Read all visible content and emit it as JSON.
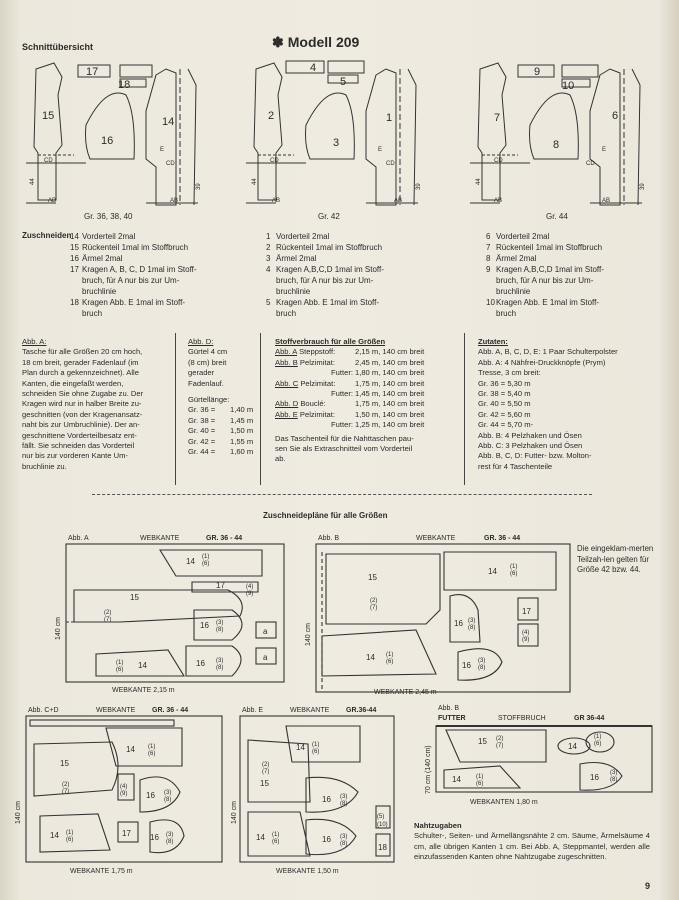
{
  "header": {
    "section": "Schnittübersicht",
    "star": "✽",
    "title": "Modell 209"
  },
  "overviews": [
    {
      "size_label": "Gr. 36, 38, 40",
      "pieces": {
        "vorder": "14",
        "rueck": "15",
        "aermel": "16",
        "kragen1": "17",
        "kragen2": "18"
      }
    },
    {
      "size_label": "Gr. 42",
      "pieces": {
        "vorder": "1",
        "rueck": "2",
        "aermel": "3",
        "kragen1": "4",
        "kragen2": "5"
      }
    },
    {
      "size_label": "Gr. 44",
      "pieces": {
        "vorder": "6",
        "rueck": "7",
        "aermel": "8",
        "kragen1": "9",
        "kragen2": "10"
      }
    }
  ],
  "overview_marks": {
    "ab": "AB",
    "cd": "CD",
    "e": "E",
    "measure": "39",
    "measure2": "44",
    "edge": "10"
  },
  "zuschneiden": {
    "label": "Zuschneiden",
    "col1": [
      {
        "n": "14",
        "t": "Vorderteil 2mal"
      },
      {
        "n": "15",
        "t": "Rückenteil 1mal im Stoffbruch"
      },
      {
        "n": "16",
        "t": "Ärmel 2mal"
      },
      {
        "n": "17",
        "t": "Kragen A, B, C, D 1mal im Stoff-"
      },
      {
        "n": "",
        "t": "bruch, für A nur bis zur Um-"
      },
      {
        "n": "",
        "t": "bruchlinie"
      },
      {
        "n": "18",
        "t": "Kragen Abb. E 1mal im Stoff-"
      },
      {
        "n": "",
        "t": "bruch"
      }
    ],
    "col2": [
      {
        "n": "1",
        "t": "Vorderteil 2mal"
      },
      {
        "n": "2",
        "t": "Rückenteil 1mal im Stoffbruch"
      },
      {
        "n": "3",
        "t": "Ärmel 2mal"
      },
      {
        "n": "4",
        "t": "Kragen A,B,C,D 1mal im Stoff-"
      },
      {
        "n": "",
        "t": "bruch, für A nur bis zur Um-"
      },
      {
        "n": "",
        "t": "bruchlinie"
      },
      {
        "n": "5",
        "t": "Kragen Abb. E 1mal im Stoff-"
      },
      {
        "n": "",
        "t": "bruch"
      }
    ],
    "col3": [
      {
        "n": "6",
        "t": "Vorderteil 2mal"
      },
      {
        "n": "7",
        "t": "Rückenteil 1mal im Stoffbruch"
      },
      {
        "n": "8",
        "t": "Ärmel 2mal"
      },
      {
        "n": "9",
        "t": "Kragen A,B,C,D 1mal im Stoff-"
      },
      {
        "n": "",
        "t": "bruch, für A nur bis zur Um-"
      },
      {
        "n": "",
        "t": "bruchlinie"
      },
      {
        "n": "10",
        "t": "Kragen Abb. E 1mal im Stoff-"
      },
      {
        "n": "",
        "t": "bruch"
      }
    ]
  },
  "abb_a": {
    "title": "Abb. A:",
    "lines": [
      "Tasche für alle Größen 20 cm hoch,",
      "18 cm breit, gerader Fadenlauf (im",
      "Plan durch a gekennzeichnet). Alle",
      "Kanten, die eingefaßt werden,",
      "schneiden Sie ohne Zugabe zu. Der",
      "Kragen wird nur in halber Breite zu-",
      "geschnitten (von der Kragenansatz-",
      "naht bis zur Umbruchlinie). Der an-",
      "geschnittene Vorderteilbesatz ent-",
      "fällt. Sie schneiden das Vorderteil",
      "nur bis zur vorderen Kante Um-",
      "bruchlinie zu."
    ]
  },
  "abb_d": {
    "title": "Abb. D:",
    "lines": [
      "Gürtel 4 cm",
      "(8 cm) breit",
      "gerader",
      "Fadenlauf."
    ],
    "sub": "Gürtellänge:",
    "rows": [
      {
        "gr": "Gr. 36 =",
        "v": "1,40 m"
      },
      {
        "gr": "Gr. 38 =",
        "v": "1,45 m"
      },
      {
        "gr": "Gr. 40 =",
        "v": "1,50 m"
      },
      {
        "gr": "Gr. 42 =",
        "v": "1,55 m"
      },
      {
        "gr": "Gr. 44 =",
        "v": "1,60 m"
      }
    ]
  },
  "stoffverbrauch": {
    "title": "Stoffverbrauch für alle Größen",
    "rows": [
      {
        "abb": "Abb. A",
        "l": " Steppstoff:",
        "v": "2,15 m, 140 cm breit"
      },
      {
        "abb": "Abb. B",
        "l": " Pelzimitat:",
        "v": "2,45 m, 140 cm breit"
      },
      {
        "abb": "",
        "l": "Futter:",
        "v": "1,80 m, 140 cm breit"
      },
      {
        "abb": "Abb. C",
        "l": " Pelzimitat:",
        "v": "1,75 m, 140 cm breit"
      },
      {
        "abb": "",
        "l": "Futter:",
        "v": "1,45 m, 140 cm breit"
      },
      {
        "abb": "Abb. D",
        "l": " Bouclé:",
        "v": "1,75 m, 140 cm breit"
      },
      {
        "abb": "Abb. E",
        "l": " Pelzimitat:",
        "v": "1,50 m, 140 cm breit"
      },
      {
        "abb": "",
        "l": "Futter:",
        "v": "1,25 m, 140 cm breit"
      }
    ],
    "note1": "Das Taschenteil für die Nahttaschen pau-",
    "note2": "sen Sie als Extraschnitteil vom Vorderteil",
    "note3": "ab."
  },
  "zutaten": {
    "title": "Zutaten:",
    "lines": [
      "Abb. A, B, C, D, E: 1 Paar Schulterpolster",
      "Abb. A: 4 Nähfrei-Druckknöpfe (Prym)",
      "Tresse, 3 cm breit:",
      "Gr. 36 = 5,30 m",
      "Gr. 38 = 5,40 m",
      "Gr. 40 = 5,50 m",
      "Gr. 42 = 5,60 m",
      "Gr. 44 = 5,70 m-",
      "Abb. B: 4 Pelzhaken und Ösen",
      "Abb. C: 3 Pelzhaken und Ösen",
      "Abb. B, C, D: Futter- bzw. Molton-",
      "rest für 4 Taschenteile"
    ]
  },
  "zuschneideplaene_title": "Zuschneidepläne für alle Größen",
  "plans": {
    "a": {
      "abb": "Abb. A",
      "webkante": "WEBKANTE",
      "gr": "GR. 36 - 44",
      "width": "140 cm",
      "bottom": "WEBKANTE  2,15 m",
      "pieces": [
        "14",
        "(1)",
        "(6)",
        "17",
        "(4)",
        "(9)",
        "15",
        "(2)",
        "(7)",
        "16",
        "(3)",
        "(8)",
        "a",
        "a",
        "14",
        "(1)",
        "(6)",
        "16",
        "(3)",
        "(8)"
      ]
    },
    "b": {
      "abb": "Abb. B",
      "webkante": "WEBKANTE",
      "gr": "GR. 36 - 44",
      "width": "140 cm",
      "bottom": "WEBKANTE  2,45 m",
      "pieces": [
        "15",
        "(2)",
        "(7)",
        "14",
        "(1)",
        "(6)",
        "16",
        "(3)",
        "(8)",
        "17",
        "(4)",
        "(9)",
        "14",
        "(1)",
        "(6)",
        "16",
        "(3)",
        "(8)"
      ]
    },
    "c": {
      "abb": "Abb. C+D",
      "webkante": "WEBKANTE",
      "gr": "GR. 36 - 44",
      "width": "140 cm",
      "bottom": "WEBKANTE  1,75 m",
      "pieces": [
        "14",
        "(1)",
        "(6)",
        "15",
        "(2)",
        "(7)",
        "(4)",
        "(9)",
        "16",
        "(3)",
        "(8)",
        "17",
        "14",
        "(1)",
        "(6)",
        "16",
        "(3)",
        "(8)"
      ]
    },
    "e": {
      "abb": "Abb. E",
      "webkante": "WEBKANTE",
      "gr": "GR.36-44",
      "width": "140 cm",
      "bottom": "WEBKANTE  1,50 m",
      "pieces": [
        "14",
        "(1)",
        "(6)",
        "15",
        "(2)",
        "(7)",
        "16",
        "(3)",
        "(8)",
        "14",
        "(1)",
        "(6)",
        "16",
        "(3)",
        "(8)",
        "(5)",
        "(10)",
        "18"
      ]
    },
    "f": {
      "abb": "Abb. B",
      "futter": "FUTTER",
      "stoffbruch": "STOFFBRUCH",
      "gr": "GR 36-44",
      "width": "70 cm (140 cm)",
      "bottom": "WEBKANTEN  1,80 m",
      "pieces": [
        "15",
        "(2)",
        "(7)",
        "14",
        "(1)",
        "(6)",
        "14",
        "(1)",
        "(6)",
        "16",
        "(3)",
        "(8)"
      ]
    }
  },
  "side_note": "Die eingeklam-merten Teilzah-len gelten für Größe 42 bzw. 44.",
  "nahtzugaben": {
    "title": "Nahtzugaben",
    "text": "Schulter-, Seiten- und Ärmellängsnähte 2 cm. Säume, Ärmelsäume 4 cm, alle übrigen Kanten 1 cm. Bei Abb. A, Steppmantel, werden alle einzufassenden Kanten ohne Nahtzugabe zugeschnitten."
  },
  "page_number": "9"
}
